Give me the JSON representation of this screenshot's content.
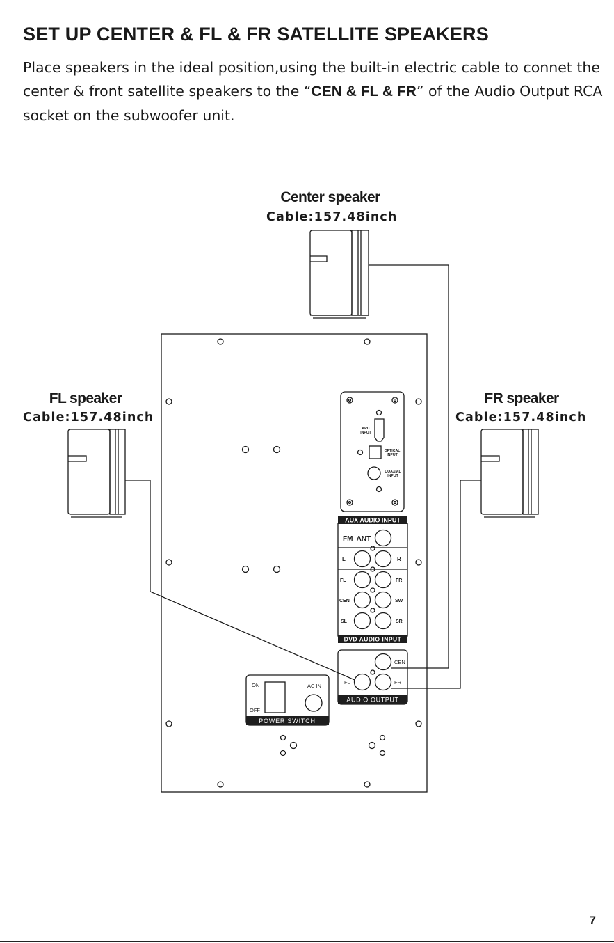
{
  "page": {
    "title": "SET UP CENTER & FL & FR SATELLITE SPEAKERS",
    "intro": {
      "before": "Place speakers in the ideal position,using the built-in electric cable to connet the center & front satellite speakers to the “",
      "highlight": "CEN & FL & FR",
      "after": "” of the Audio Output RCA socket on the subwoofer unit."
    },
    "page_number": "7"
  },
  "speakers": {
    "center": {
      "label": "Center speaker",
      "cable": "Cable:157.48inch"
    },
    "fl": {
      "label": "FL speaker",
      "cable": "Cable:157.48inch"
    },
    "fr": {
      "label": "FR speaker",
      "cable": "Cable:157.48inch"
    }
  },
  "panel": {
    "digital": {
      "arc": "ARC\nINPUT",
      "optical": "OPTICAL\nINPUT",
      "coaxial": "COAXIAL\nINPUT"
    },
    "aux_title": "AUX AUDIO INPUT",
    "fm_ant": "FM  ANT",
    "aux_l": "L",
    "aux_r": "R",
    "dvd": {
      "fl": "FL",
      "fr": "FR",
      "cen": "CEN",
      "sw": "SW",
      "sl": "SL",
      "sr": "SR"
    },
    "dvd_title": "DVD AUDIO INPUT",
    "output": {
      "cen": "CEN",
      "fl": "FL",
      "fr": "FR",
      "title": "AUDIO OUTPUT"
    },
    "power": {
      "on": "ON",
      "off": "OFF",
      "ac_in": "~ AC IN",
      "title": "POWER SWITCH"
    }
  },
  "colors": {
    "ink": "#1a1a1a",
    "label_bg": "#1e1e1e",
    "label_text": "#ffffff"
  }
}
